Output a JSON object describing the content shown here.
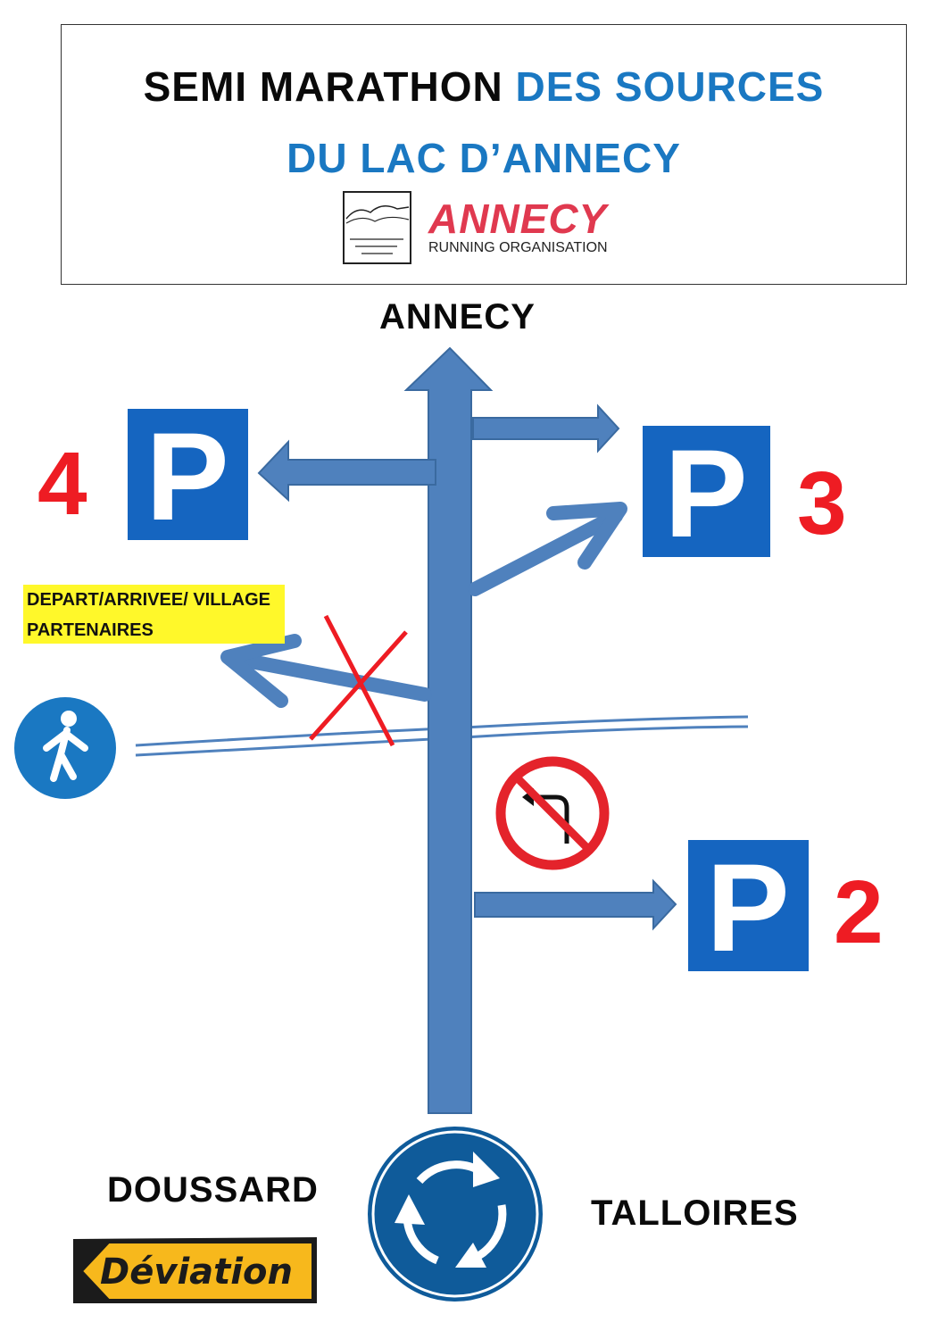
{
  "header": {
    "title_black": "SEMI MARATHON",
    "title_blue": "DES SOURCES",
    "title_line2": "DU LAC D’ANNECY",
    "logo_main": "ANNECY",
    "logo_sub": "RUNNING ORGANISATION"
  },
  "destinations": {
    "north": "ANNECY",
    "west": "DOUSSARD",
    "east": "TALLOIRES"
  },
  "parkings": {
    "p4": "4",
    "p3": "3",
    "p2": "2",
    "sign_letter": "P"
  },
  "village_label_line1": "DEPART/ARRIVEE/ VILLAGE",
  "village_label_line2": "PARTENAIRES",
  "deviation_label": "Déviation",
  "colors": {
    "road": "#4f81bd",
    "parking_sign": "#1565c0",
    "parking_number": "#ee1c23",
    "cross": "#ee1c23",
    "village_bg": "#fff82a",
    "title_blue": "#1a78c2"
  },
  "icons": [
    "pedestrian-icon",
    "no-left-turn-icon",
    "roundabout-icon",
    "parking-icon",
    "deviation-sign-icon"
  ]
}
